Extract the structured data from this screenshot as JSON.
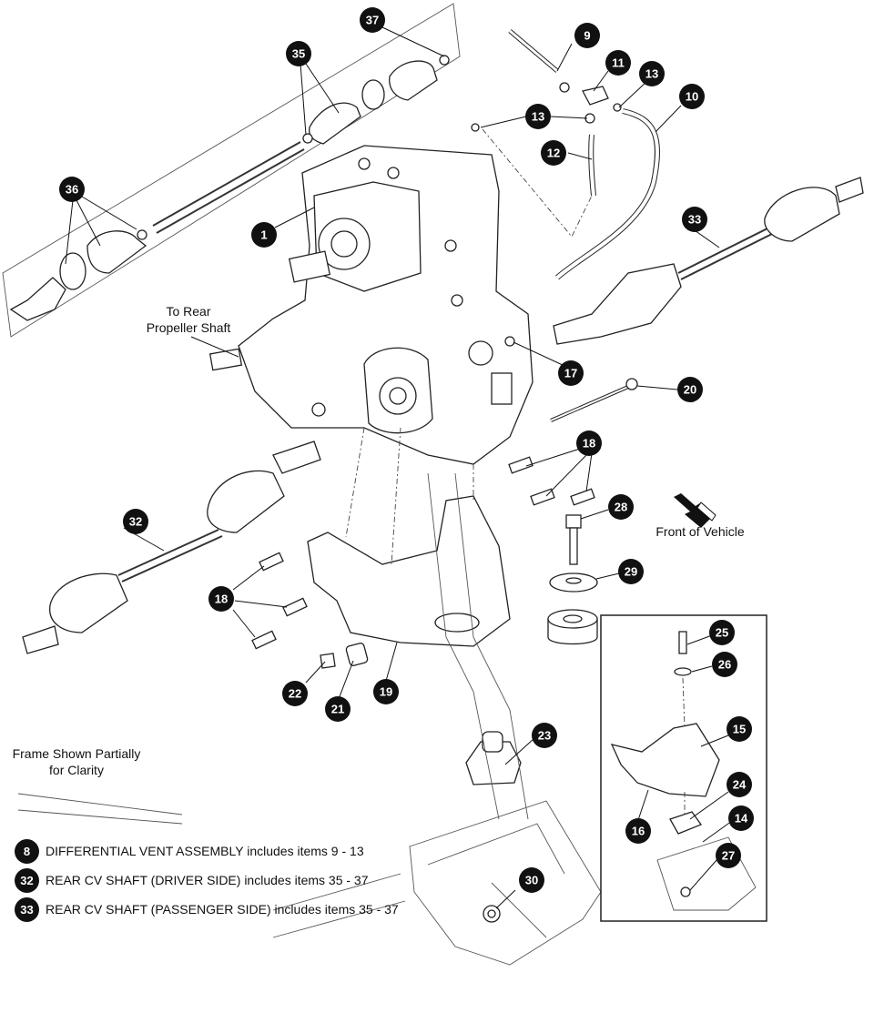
{
  "callouts": [
    {
      "id": "c1",
      "number": "1"
    },
    {
      "id": "c9",
      "number": "9"
    },
    {
      "id": "c10",
      "number": "10"
    },
    {
      "id": "c11",
      "number": "11"
    },
    {
      "id": "c12",
      "number": "12"
    },
    {
      "id": "c13a",
      "number": "13"
    },
    {
      "id": "c13b",
      "number": "13"
    },
    {
      "id": "c14",
      "number": "14"
    },
    {
      "id": "c15",
      "number": "15"
    },
    {
      "id": "c16",
      "number": "16"
    },
    {
      "id": "c17",
      "number": "17"
    },
    {
      "id": "c18a",
      "number": "18"
    },
    {
      "id": "c18b",
      "number": "18"
    },
    {
      "id": "c19",
      "number": "19"
    },
    {
      "id": "c20",
      "number": "20"
    },
    {
      "id": "c21",
      "number": "21"
    },
    {
      "id": "c22",
      "number": "22"
    },
    {
      "id": "c23",
      "number": "23"
    },
    {
      "id": "c24",
      "number": "24"
    },
    {
      "id": "c25",
      "number": "25"
    },
    {
      "id": "c26",
      "number": "26"
    },
    {
      "id": "c27",
      "number": "27"
    },
    {
      "id": "c28",
      "number": "28"
    },
    {
      "id": "c29",
      "number": "29"
    },
    {
      "id": "c30",
      "number": "30"
    },
    {
      "id": "c32",
      "number": "32"
    },
    {
      "id": "c33",
      "number": "33"
    },
    {
      "id": "c35",
      "number": "35"
    },
    {
      "id": "c36",
      "number": "36"
    },
    {
      "id": "c37",
      "number": "37"
    }
  ],
  "labels": {
    "rear_shaft_line1": "To Rear",
    "rear_shaft_line2": "Propeller Shaft",
    "front_of_vehicle": "Front of Vehicle",
    "frame_note_line1": "Frame Shown Partially",
    "frame_note_line2": "for Clarity"
  },
  "legend": [
    {
      "number": "8",
      "text": "DIFFERENTIAL VENT ASSEMBLY includes items 9 - 13"
    },
    {
      "number": "32",
      "text": "REAR CV SHAFT (DRIVER SIDE) includes items 35 - 37"
    },
    {
      "number": "33",
      "text": "REAR CV SHAFT (PASSENGER SIDE) includes items 35 - 37"
    }
  ],
  "colors": {
    "ink": "#111111",
    "badge": "#111111",
    "badge_text": "#ffffff",
    "paper": "#ffffff"
  }
}
